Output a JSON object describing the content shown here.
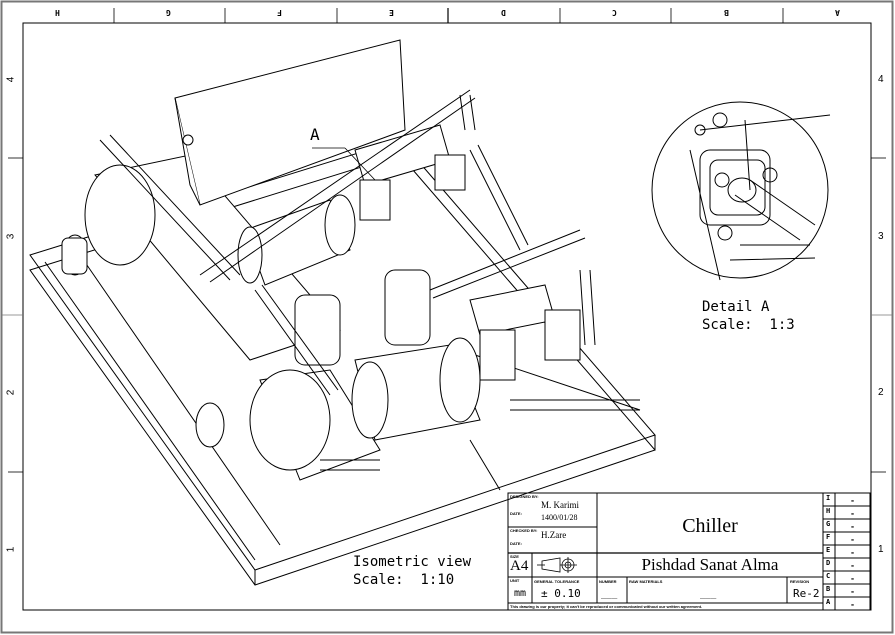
{
  "sheet": {
    "column_zones": [
      "H",
      "G",
      "F",
      "E",
      "D",
      "C",
      "B",
      "A"
    ],
    "row_zones": [
      "4",
      "3",
      "2",
      "1"
    ]
  },
  "drawing": {
    "callout": "A",
    "main_view_label": "Isometric view",
    "main_view_scale": "Scale:  1:10",
    "detail_label": "Detail A",
    "detail_scale": "Scale:  1:3"
  },
  "title_block": {
    "designed_by_label": "DESIGNED BY:",
    "designed_by": "M. Karimi",
    "date_label": "DATE:",
    "designed_date": "1400/01/28",
    "checked_by_label": "CHECKED BY:",
    "checked_by": "H.Zare",
    "checked_date_label": "DATE:",
    "size_label": "SIZE",
    "size": "A4",
    "unit_label": "UNIT",
    "unit": "mm",
    "tolerance_label": "GENERAL TOLERANCE",
    "tolerance": "± 0.10",
    "number_label": "NUMBER",
    "number": "___",
    "raw_materials_label": "RAW MATERIALS",
    "raw_materials": "___",
    "revision_label": "REVISION",
    "revision": "Re-2",
    "title": "Chiller",
    "company": "Pishdad Sanat Alma",
    "note": "This drawing is our property; it can't be reproduced or communicated without our written agreement."
  },
  "revision_table": [
    {
      "letter": "I",
      "value": "-"
    },
    {
      "letter": "H",
      "value": "-"
    },
    {
      "letter": "G",
      "value": "-"
    },
    {
      "letter": "F",
      "value": "-"
    },
    {
      "letter": "E",
      "value": "-"
    },
    {
      "letter": "D",
      "value": "-"
    },
    {
      "letter": "C",
      "value": "-"
    },
    {
      "letter": "B",
      "value": "-"
    },
    {
      "letter": "A",
      "value": "-"
    }
  ]
}
